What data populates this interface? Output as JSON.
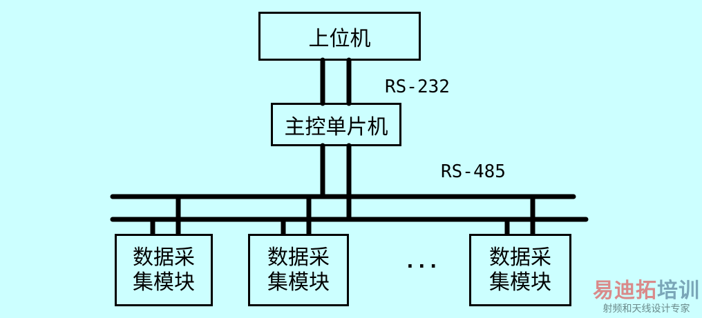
{
  "nodes": {
    "host": "上位机",
    "master": "主控单片机",
    "modules": [
      {
        "line1": "数据采",
        "line2": "集模块"
      },
      {
        "line1": "数据采",
        "line2": "集模块"
      },
      {
        "line1": "数据采",
        "line2": "集模块"
      }
    ],
    "ellipsis": "..."
  },
  "links": {
    "rs232": "RS-232",
    "rs485": "RS-485"
  },
  "watermark": {
    "part1": "易迪拓",
    "part2": "培训",
    "tagline": "射频和天线设计专家",
    "color1": "#d98a8a",
    "color2": "#7aa6b8"
  }
}
